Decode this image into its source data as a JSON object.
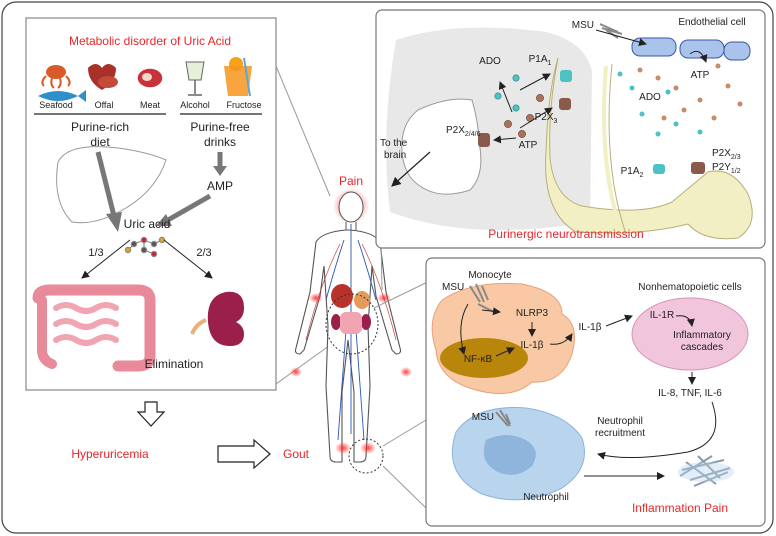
{
  "left_panel": {
    "title": "Metabolic disorder of Uric Acid",
    "foods": [
      "Seafood",
      "Offal",
      "Meat",
      "Alcohol",
      "Fructose"
    ],
    "purine_rich": [
      "Purine-rich",
      "diet"
    ],
    "purine_free": [
      "Purine-free",
      "drinks"
    ],
    "amp": "AMP",
    "uric_acid": "Uric acid",
    "ratio_left": "1/3",
    "ratio_right": "2/3",
    "elimination": "Elimination"
  },
  "hyperuricemia": "Hyperuricemia",
  "gout": "Gout",
  "pain": "Pain",
  "purinergic_panel": {
    "title": "Purinergic neurotransmission",
    "msu": "MSU",
    "endothelial": "Endothelial cell",
    "ado_1": "ADO",
    "ado_2": "ADO",
    "atp_1": "ATP",
    "atp_2": "ATP",
    "to_brain": [
      "To the",
      "brain"
    ],
    "p1a1": {
      "main": "P1A",
      "sub": "1"
    },
    "p2x246": {
      "main": "P2X",
      "sub": "2/4/6"
    },
    "p2x3": {
      "main": "P2X",
      "sub": "3"
    },
    "p1a2": {
      "main": "P1A",
      "sub": "2"
    },
    "p2x23": {
      "main": "P2X",
      "sub": "2/3"
    },
    "p2y12": {
      "main": "P2Y",
      "sub": "1/2"
    }
  },
  "inflammation_panel": {
    "title": "Inflammation Pain",
    "msu_1": "MSU",
    "msu_2": "MSU",
    "monocyte": "Monocyte",
    "nlrp3": "NLRP3",
    "nfkb": "NF-κB",
    "il1b_inner": "IL-1β",
    "il1b_outer": "IL-1β",
    "nonhematopoietic": "Nonhematopoietic cells",
    "il1r": "IL-1R",
    "cascade": [
      "Inflammatory",
      "cascades"
    ],
    "cytokines": "IL-8, TNF, IL-6",
    "recruitment": [
      "Neutrophil",
      "recruitment"
    ],
    "neutrophil": "Neutrophil"
  },
  "colors": {
    "accent_red": "#e8262a",
    "frame": "#888888",
    "nerve": "#f3efc4",
    "monocyte": "#f8c9a4",
    "nfkb": "#b9860c",
    "cascade": "#f1c6dc",
    "neutrophil": "#b9d5ee"
  }
}
